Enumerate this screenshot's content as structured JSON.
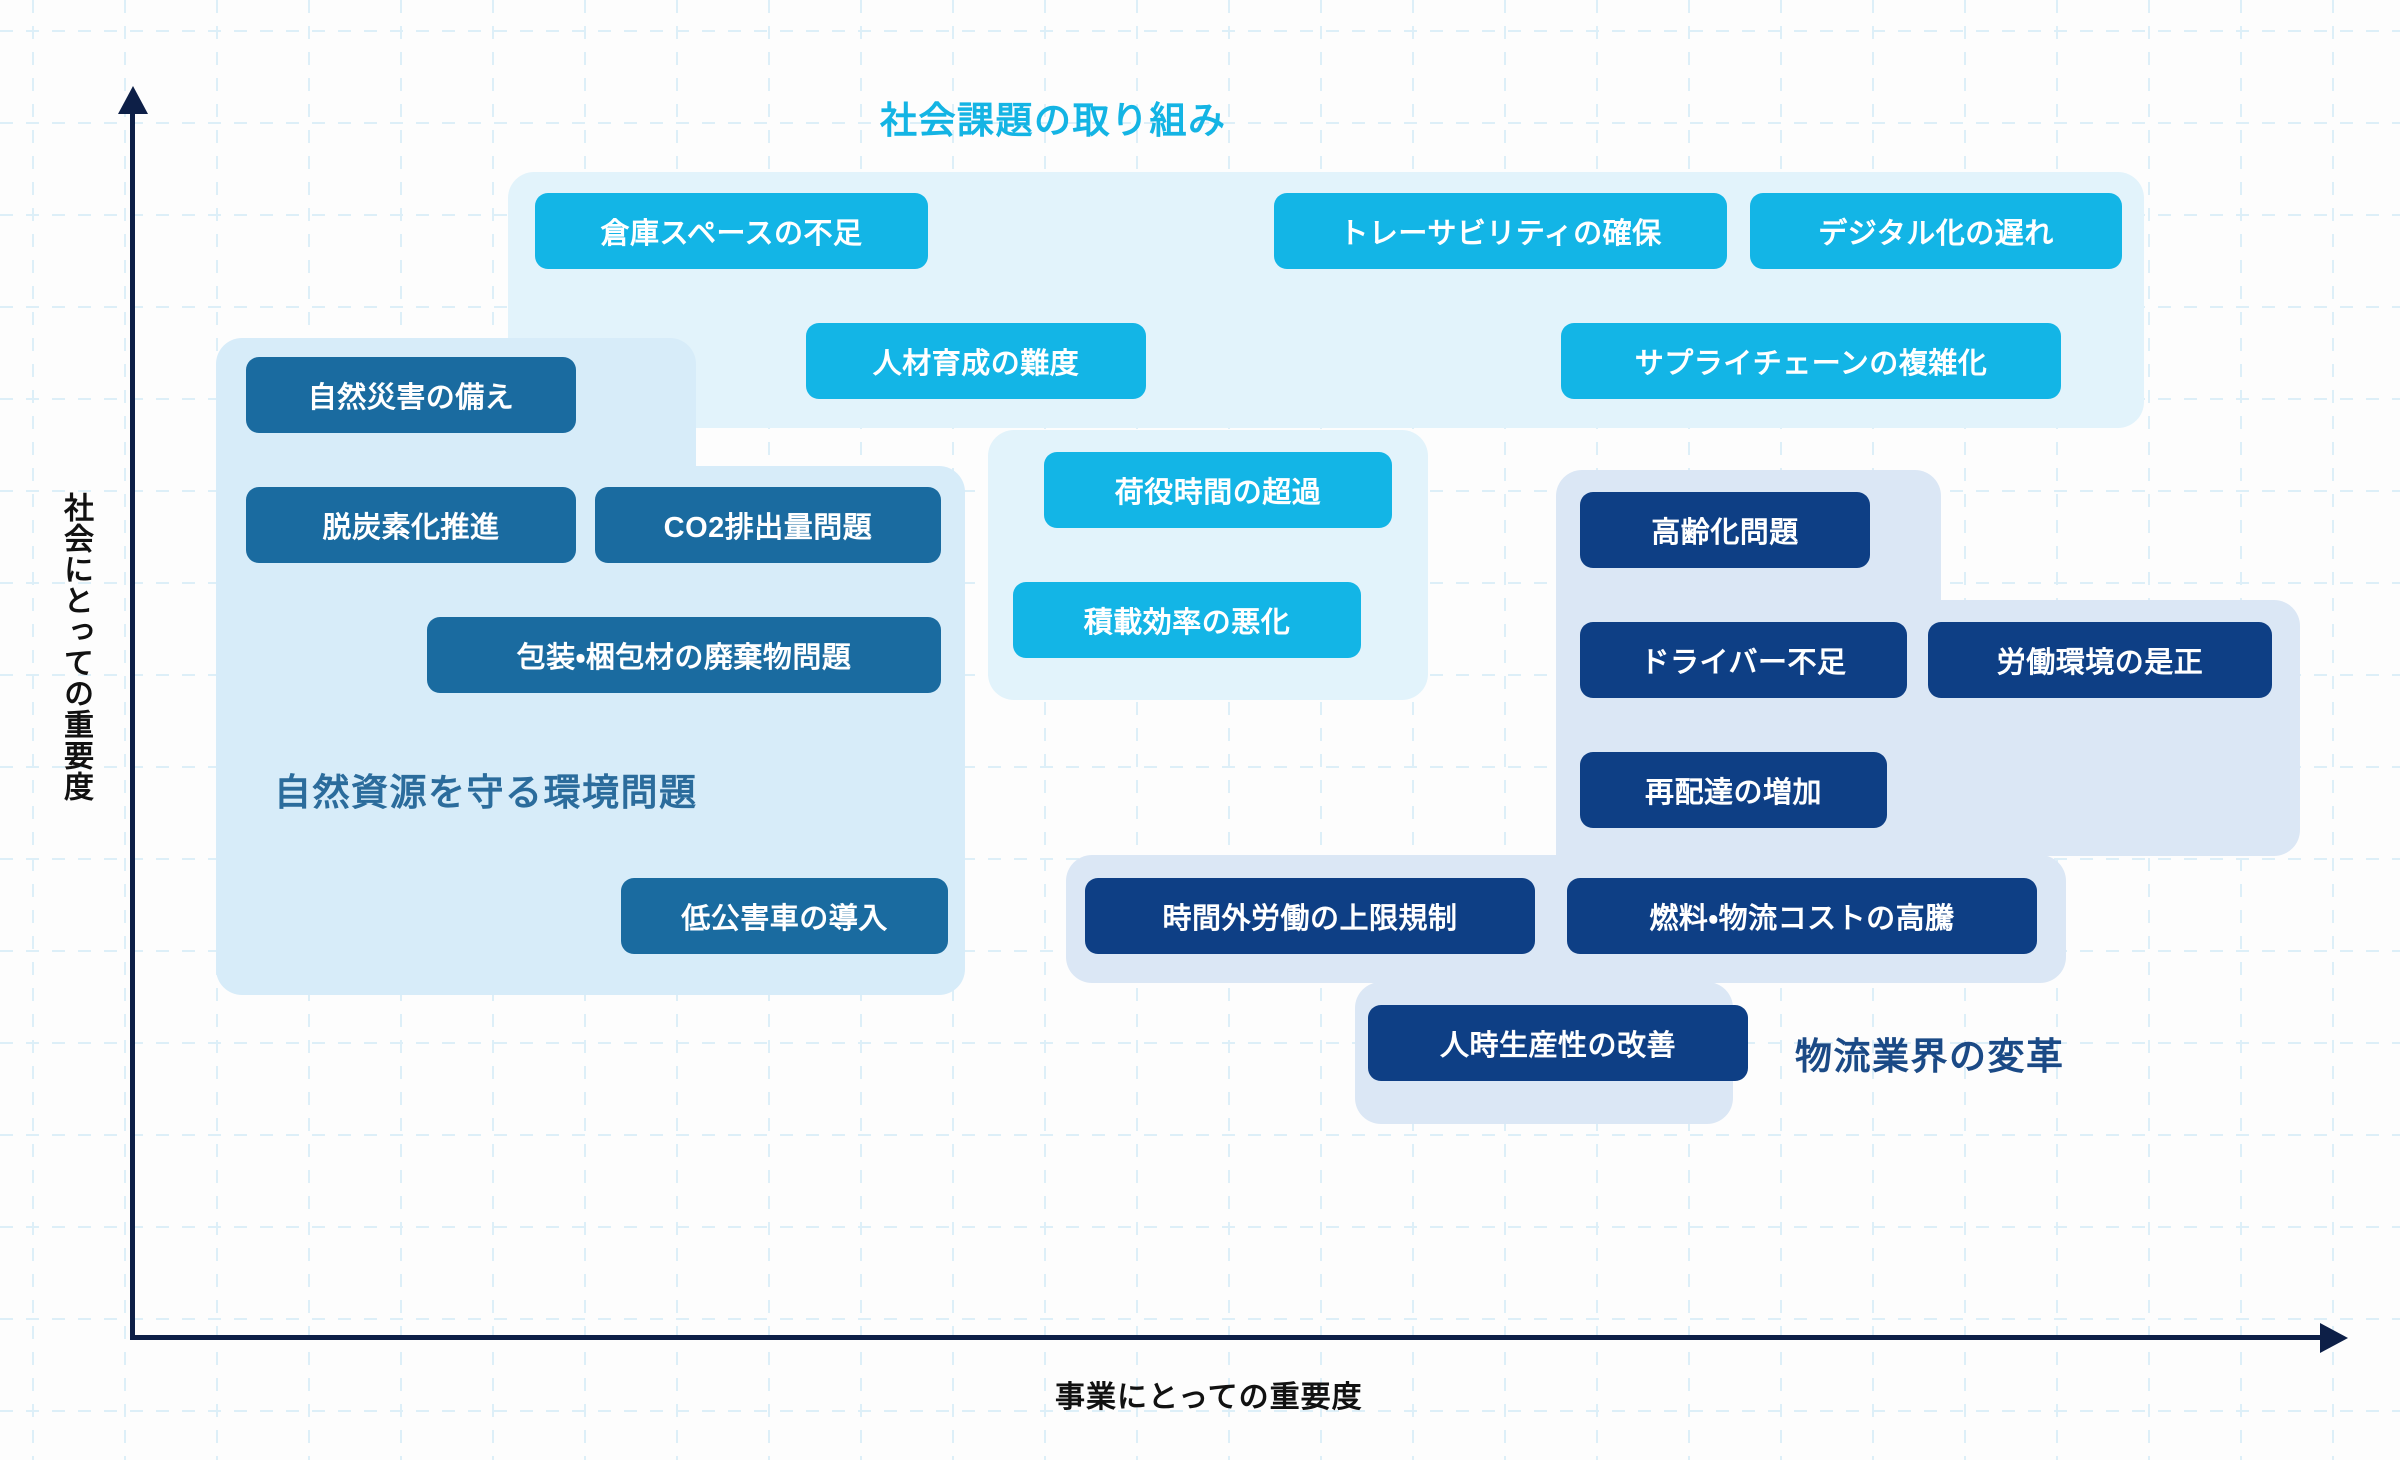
{
  "axes": {
    "y_label": "社会にとっての重要度",
    "x_label": "事業にとっての重要度",
    "axis_color": "#0d1f47"
  },
  "clusters": [
    {
      "id": "social",
      "title": "社会課題の取り組み",
      "title_color": "#14b4e4",
      "chip_color": "#13b5e6",
      "backdrop_color": "#e2f3fb",
      "items": [
        "倉庫スペースの不足",
        "トレーサビリティの確保",
        "デジタル化の遅れ",
        "人材育成の難度",
        "サプライチェーンの複雑化",
        "荷役時間の超過",
        "積載効率の悪化"
      ]
    },
    {
      "id": "environment",
      "title": "自然資源を守る環境問題",
      "title_color": "#2b6c9c",
      "chip_color": "#1a6ba0",
      "backdrop_color": "#d7ecf9",
      "items": [
        "自然災害の備え",
        "脱炭素化推進",
        "CO2排出量問題",
        "包装・梱包材の廃棄物問題",
        "低公害車の導入"
      ]
    },
    {
      "id": "logistics",
      "title": "物流業界の変革",
      "title_color": "#1b4a86",
      "chip_color": "#0e3f85",
      "backdrop_color": "#dbe7f5",
      "items": [
        "高齢化問題",
        "ドライバー不足",
        "労働環境の是正",
        "再配達の増加",
        "時間外労働の上限規制",
        "燃料・物流コストの高騰",
        "人時生産性の改善"
      ]
    }
  ],
  "chips": {
    "warehouse_space": "倉庫スペースの不足",
    "traceability": "トレーサビリティの確保",
    "digitalization_delay": "デジタル化の遅れ",
    "talent_development": "人材育成の難度",
    "supply_chain_complexity": "サプライチェーンの複雑化",
    "cargo_handling_time": "荷役時間の超過",
    "load_efficiency": "積載効率の悪化",
    "disaster_preparedness": "自然災害の備え",
    "decarbonization": "脱炭素化推進",
    "co2_emissions": "CO2排出量問題",
    "packaging_waste": "包装・梱包材の廃棄物問題",
    "low_emission_vehicles": "低公害車の導入",
    "aging_problem": "高齢化問題",
    "driver_shortage": "ドライバー不足",
    "work_environment": "労働環境の是正",
    "redelivery_increase": "再配達の増加",
    "overtime_regulation": "時間外労働の上限規制",
    "fuel_logistics_cost": "燃料・物流コストの高騰",
    "labor_productivity": "人時生産性の改善"
  }
}
